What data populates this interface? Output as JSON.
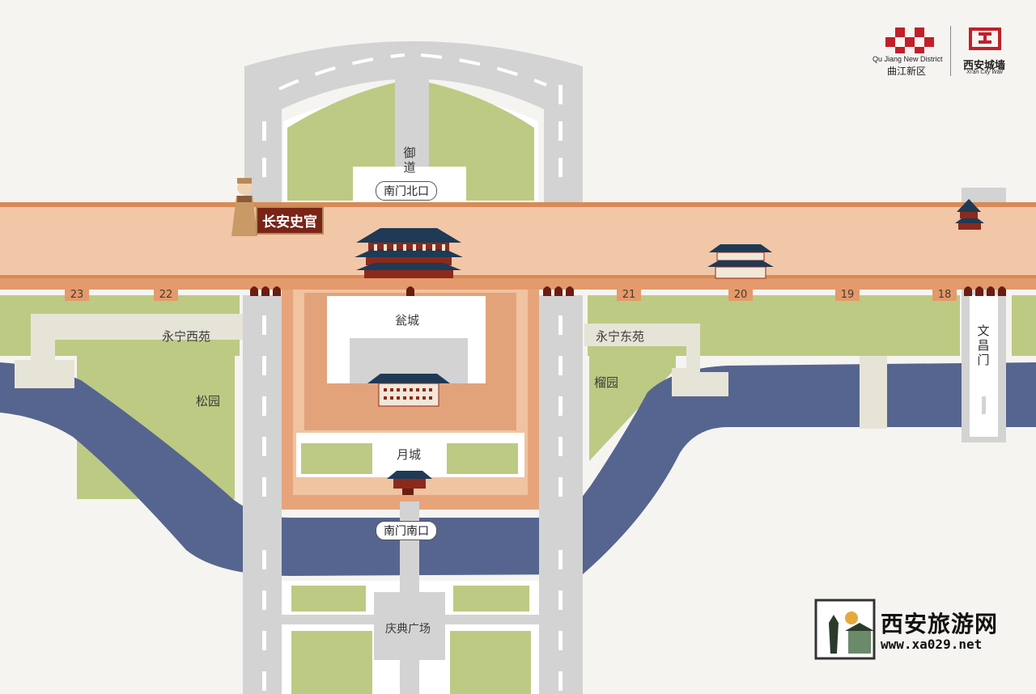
{
  "logos": {
    "qujiang_en": "Qu Jiang New District",
    "qujiang_cn": "曲江新区",
    "citywall_cn": "西安城墙",
    "citywall_en": "Xi'an City Wall"
  },
  "guide": {
    "badge": "长安史官"
  },
  "labels": {
    "yudao": "御道",
    "nanmen_north": "南门北口",
    "wengcheng": "瓮城",
    "yuecheng": "月城",
    "nanmen_south": "南门南口",
    "qingdian": "庆典广场",
    "yongning_west": "永宁西苑",
    "yongning_east": "永宁东苑",
    "songyuan": "松园",
    "liuyuan": "榴园",
    "wenchang": "文昌门"
  },
  "wall_numbers": [
    "23",
    "22",
    "21",
    "20",
    "19",
    "18"
  ],
  "brand": {
    "name": "西安旅游网",
    "url": "www.xa029.net"
  },
  "colors": {
    "wall": "#f2c7a8",
    "wall_edge": "#d98a56",
    "road": "#d3d3d3",
    "grass": "#bdca84",
    "moat": "#56658f",
    "roof": "#1e3a56",
    "badge": "#7a2418"
  }
}
